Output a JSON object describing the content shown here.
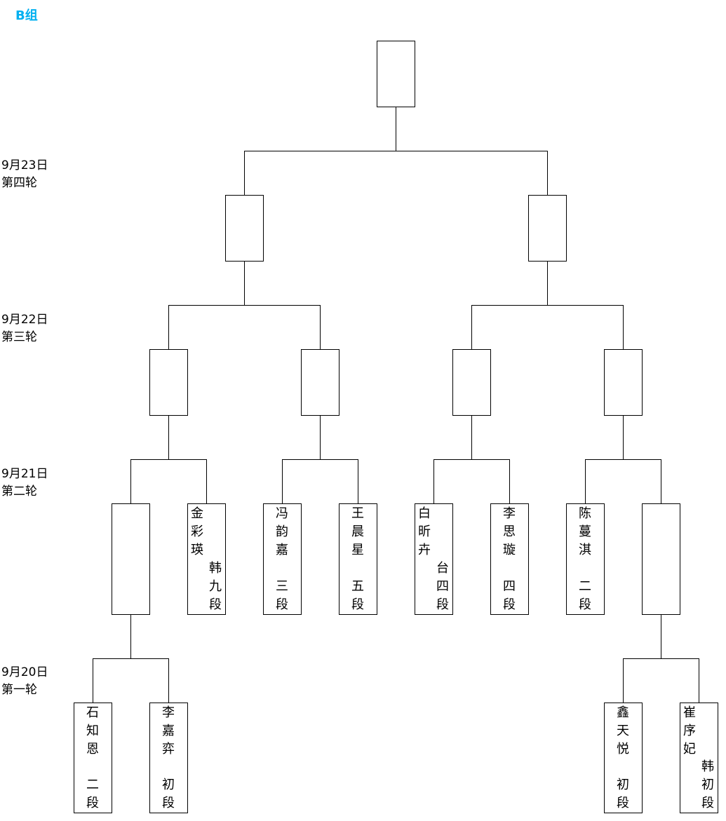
{
  "group_title": "B组",
  "rounds": [
    {
      "date": "9月23日",
      "name": "第四轮"
    },
    {
      "date": "9月22日",
      "name": "第三轮"
    },
    {
      "date": "9月21日",
      "name": "第二轮"
    },
    {
      "date": "9月20日",
      "name": "第一轮"
    }
  ],
  "round2": [
    {
      "name": "",
      "rank": ""
    },
    {
      "name": "金彩瑛",
      "rank": "韩九段"
    },
    {
      "name": "冯韵嘉",
      "rank": "三段"
    },
    {
      "name": "王晨星",
      "rank": "五段"
    },
    {
      "name": "白昕卉",
      "rank": "台四段"
    },
    {
      "name": "李思璇",
      "rank": "四段"
    },
    {
      "name": "陈蔓淇",
      "rank": "二段"
    },
    {
      "name": "",
      "rank": ""
    }
  ],
  "round1": [
    {
      "name": "石知恩",
      "rank": "二段"
    },
    {
      "name": "李嘉弈",
      "rank": "初段"
    },
    {
      "name": "鑫天悦",
      "rank": "初段"
    },
    {
      "name": "崔序妃",
      "rank": "韩初段"
    }
  ]
}
